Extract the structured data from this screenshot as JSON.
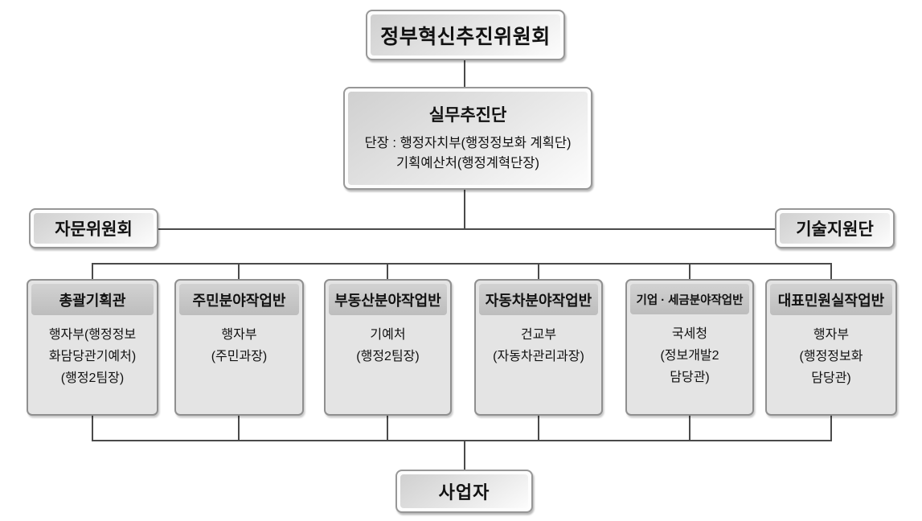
{
  "chart": {
    "type": "org-chart",
    "root": "정부혁신추진위원회",
    "working_team": {
      "title": "실무추진단",
      "body": "단장 : 행정자치부(행정정보화 계획단)\n기획예산처(행정계혁단장)"
    },
    "advisory": "자문위원회",
    "tech_support": "기술지원단",
    "groups": [
      {
        "title": "총괄기획관",
        "body": "행자부(행정정보\n화담당관기예처)\n(행정2팀장)"
      },
      {
        "title": "주민분야작업반",
        "body": "행자부\n(주민과장)"
      },
      {
        "title": "부동산분야작업반",
        "body": "기예처\n(행정2팀장)"
      },
      {
        "title": "자동차분야작업반",
        "body": "건교부\n(자동차관리과장)"
      },
      {
        "title": "기업 · 세금분야작업반",
        "body": "국세청\n(정보개발2\n담당관)"
      },
      {
        "title": "대표민원실작업반",
        "body": "행자부\n(행정정보화\n담당관)"
      }
    ],
    "bottom": "사업자"
  },
  "colors": {
    "line": "#4a4a4a",
    "box_border": "#979797",
    "box_fill": "#e4e4e4",
    "header_fill": "#c4c4c4",
    "background": "#ffffff"
  }
}
